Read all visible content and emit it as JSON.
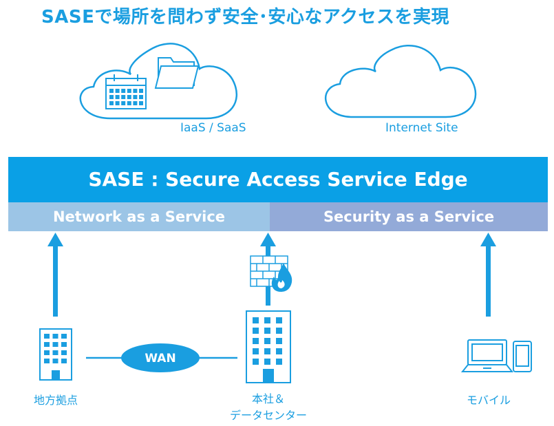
{
  "title": "SASEで場所を問わず安全･安心なアクセスを実現",
  "clouds": {
    "left_label": "IaaS / SaaS",
    "right_label": "Internet Site"
  },
  "sase_bar": {
    "label": "SASE : Secure Access Service Edge",
    "network_label": "Network as a Service",
    "security_label": "Security as a Service"
  },
  "wan_label": "WAN",
  "sites": {
    "branch": "地方拠点",
    "hq_line1": "本社＆",
    "hq_line2": "データセンター",
    "mobile": "モバイル"
  },
  "colors": {
    "accent": "#1a9ee0",
    "bar": "#0aa0e6",
    "network": "#9cc5e6",
    "security": "#93aad8",
    "fire": "#1a9ee0"
  },
  "icons": [
    "cloud-icon",
    "calendar-icon",
    "folder-icon",
    "building-icon",
    "firewall-icon",
    "fire-icon",
    "laptop-icon",
    "smartphone-icon",
    "arrow-up-icon"
  ]
}
